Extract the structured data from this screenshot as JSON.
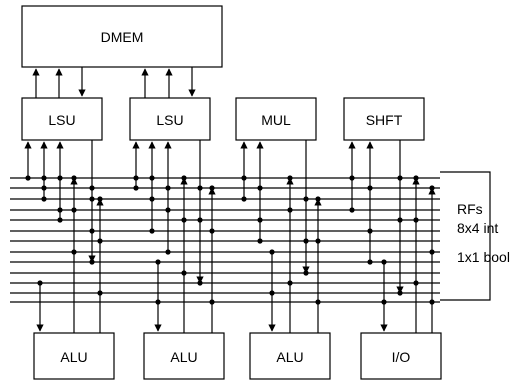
{
  "memory": {
    "label": "DMEM"
  },
  "units_top": [
    {
      "id": "lsu1",
      "label": "LSU"
    },
    {
      "id": "lsu2",
      "label": "LSU"
    },
    {
      "id": "mul",
      "label": "MUL"
    },
    {
      "id": "shft",
      "label": "SHFT"
    }
  ],
  "units_bottom": [
    {
      "id": "alu1",
      "label": "ALU"
    },
    {
      "id": "alu2",
      "label": "ALU"
    },
    {
      "id": "alu3",
      "label": "ALU"
    },
    {
      "id": "io",
      "label": "I/O"
    }
  ],
  "register_files": {
    "title": "RFs",
    "int_line": "8x4 int",
    "bool_line": "1x1 bool"
  }
}
